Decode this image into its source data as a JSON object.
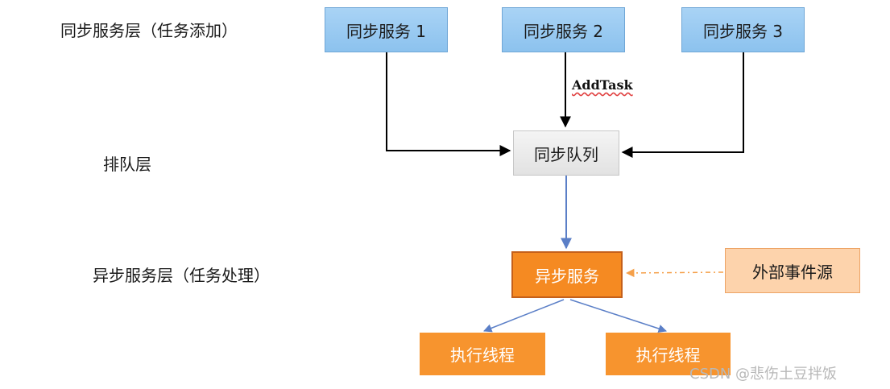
{
  "layers": {
    "sync": "同步服务层（任务添加）",
    "queue": "排队层",
    "async": "异步服务层（任务处理）"
  },
  "nodes": {
    "sync1": "同步服务 1",
    "sync2": "同步服务 2",
    "sync3": "同步服务 3",
    "queue": "同步队列",
    "async": "异步服务",
    "external": "外部事件源",
    "thread1": "执行线程",
    "thread2": "执行线程"
  },
  "edge_label": "AddTask",
  "watermark": "CSDN @悲伤土豆拌饭",
  "colors": {
    "blue_node": "#8cc2ee",
    "queue_node": "#e2e2e2",
    "async_node": "#f58a22",
    "external_node": "#fdd3ac",
    "thread_node": "#f7942e",
    "blue_link": "#5b7fc7",
    "dashed_link": "#f5a04a"
  }
}
